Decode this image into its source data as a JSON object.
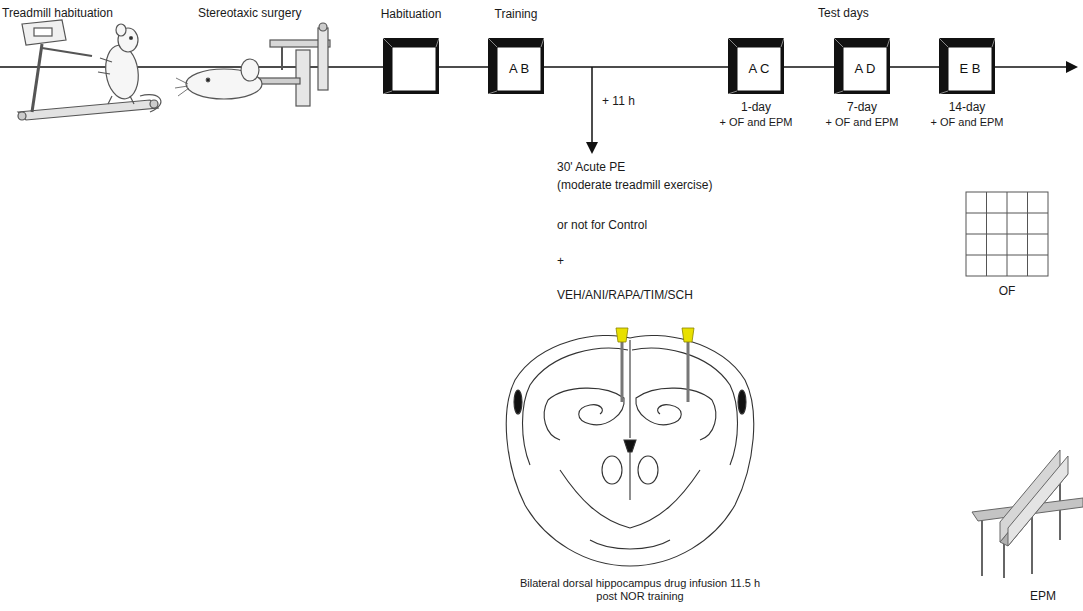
{
  "diagram": {
    "nodes": [
      {
        "text": [
          "Habituation"
        ]
      },
      {
        "text": [
          "Training",
          "A B"
        ]
      },
      {
        "text": [
          "A C",
          "1-day",
          "+ OF and EPM"
        ]
      },
      {
        "text": [
          "A D",
          "7-day",
          "+ OF and EPM"
        ]
      },
      {
        "text": [
          "E B",
          "14-day",
          "+ OF and EPM"
        ]
      }
    ],
    "edges": [
      {
        "from": 0,
        "to": 1,
        "arrow": "none"
      },
      {
        "from": 1,
        "to": 2,
        "arrow": "none"
      },
      {
        "from": 2,
        "to": 3,
        "arrow": "none"
      },
      {
        "from": 3,
        "to": 4,
        "arrow": "none"
      }
    ],
    "labels": [
      "Treadmill habituation",
      "Stereotaxic surgery",
      "Test days",
      "+ 11 h",
      "30' Acute PE",
      "(moderate treadmill exercise)",
      "or not for Control",
      "+",
      "VEH/ANI/RAPA/TIM/SCH",
      "Bilateral dorsal hippocampus drug infusion 11.5 h post NOR training",
      "OF",
      "EPM"
    ]
  }
}
